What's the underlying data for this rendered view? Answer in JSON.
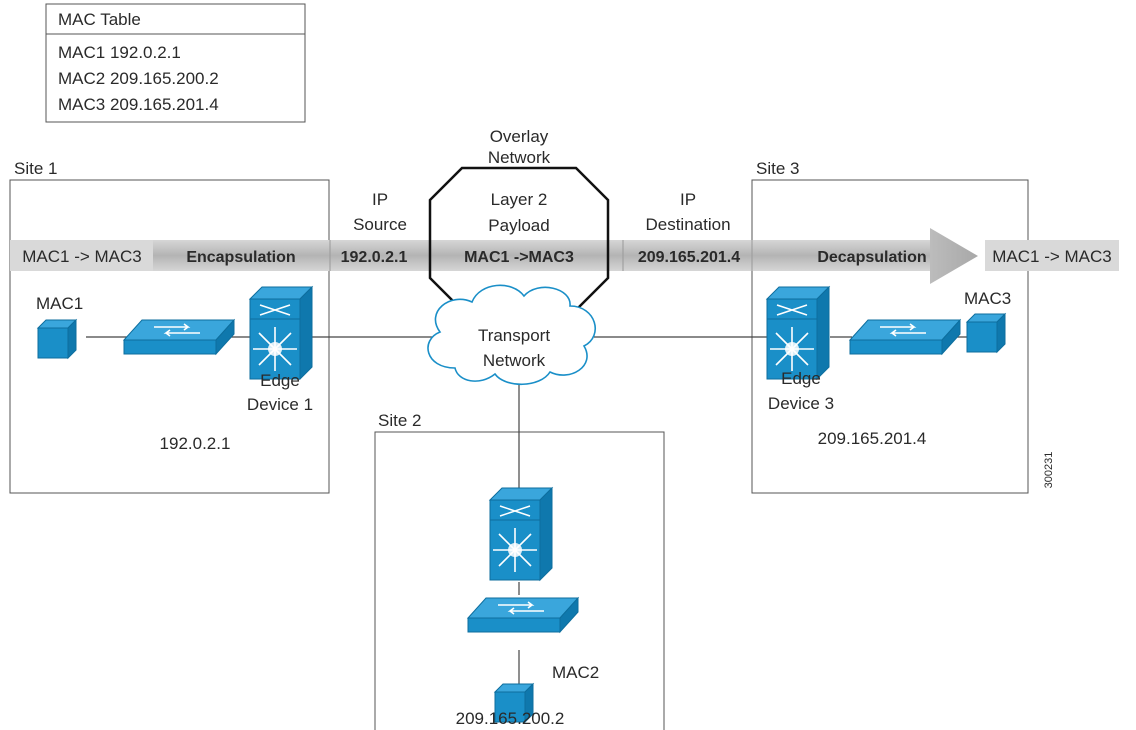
{
  "mac_table": {
    "title": "MAC Table",
    "rows": [
      "MAC1  192.0.2.1",
      "MAC2  209.165.200.2",
      "MAC3  209.165.201.4"
    ]
  },
  "overlay": {
    "line1": "Overlay",
    "line2": "Network"
  },
  "sites": {
    "site1": {
      "label": "Site 1",
      "ip": "192.0.2.1",
      "device_line1": "Edge",
      "device_line2": "Device 1",
      "host": "MAC1"
    },
    "site2": {
      "label": "Site 2",
      "ip": "209.165.200.2",
      "host": "MAC2"
    },
    "site3": {
      "label": "Site 3",
      "ip": "209.165.201.4",
      "device_line1": "Edge",
      "device_line2": "Device 3",
      "host": "MAC3"
    }
  },
  "header": {
    "ip_source_line1": "IP",
    "ip_source_line2": "Source",
    "payload_line1": "Layer 2",
    "payload_line2": "Payload",
    "ip_dest_line1": "IP",
    "ip_dest_line2": "Destination"
  },
  "packet": {
    "left_frame": "MAC1 -> MAC3",
    "encapsulation": "Encapsulation",
    "src_ip": "192.0.2.1",
    "payload": "MAC1 ->MAC3",
    "dst_ip": "209.165.201.4",
    "decapsulation": "Decapsulation",
    "right_frame": "MAC1 -> MAC3"
  },
  "transport": {
    "line1": "Transport",
    "line2": "Network"
  },
  "figure_id": "300231",
  "colors": {
    "device_blue": "#1a8fc8",
    "device_dark": "#0d6e9e",
    "band_gray": "#bdbdbd",
    "band_light": "#d9d9d9"
  }
}
